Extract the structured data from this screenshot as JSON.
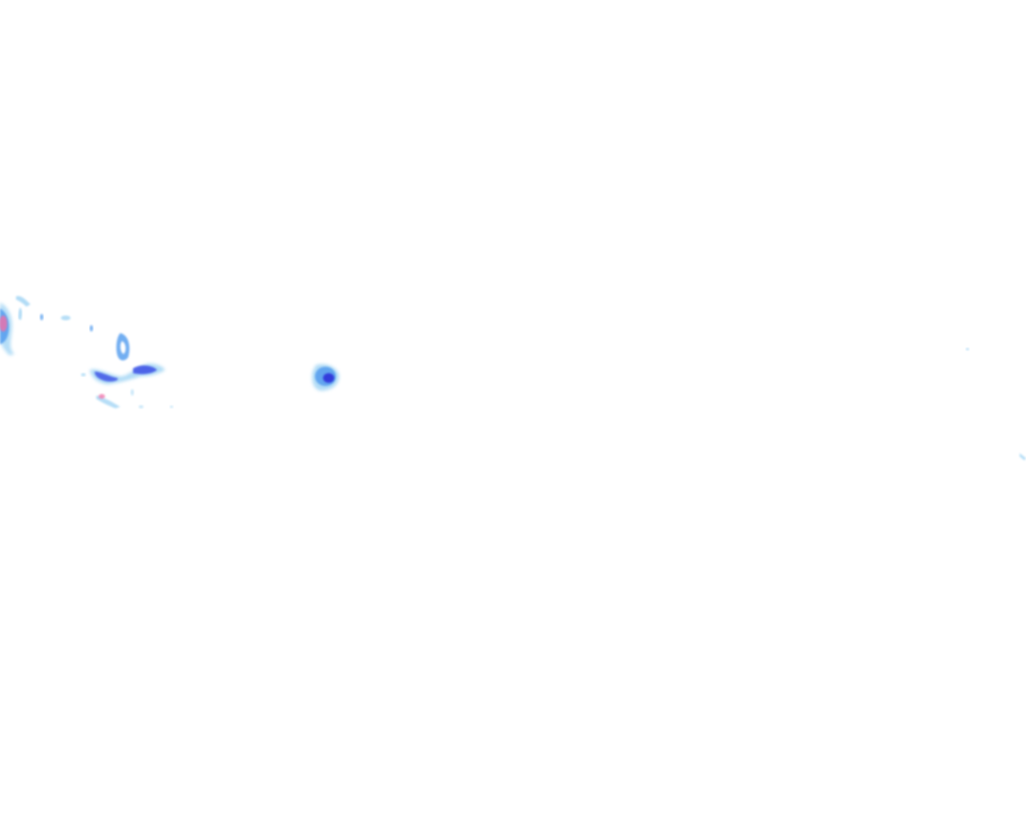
{
  "map": {
    "background": "#ffffff",
    "palette": {
      "light": "#a9d8f5",
      "medium": "#5aa0ef",
      "strong": "#3a4fe6",
      "intense": "#2a2ad8",
      "extreme": "#f06fa8"
    },
    "echo_color_names": [
      "light",
      "medium",
      "strong",
      "intense",
      "extreme"
    ]
  }
}
